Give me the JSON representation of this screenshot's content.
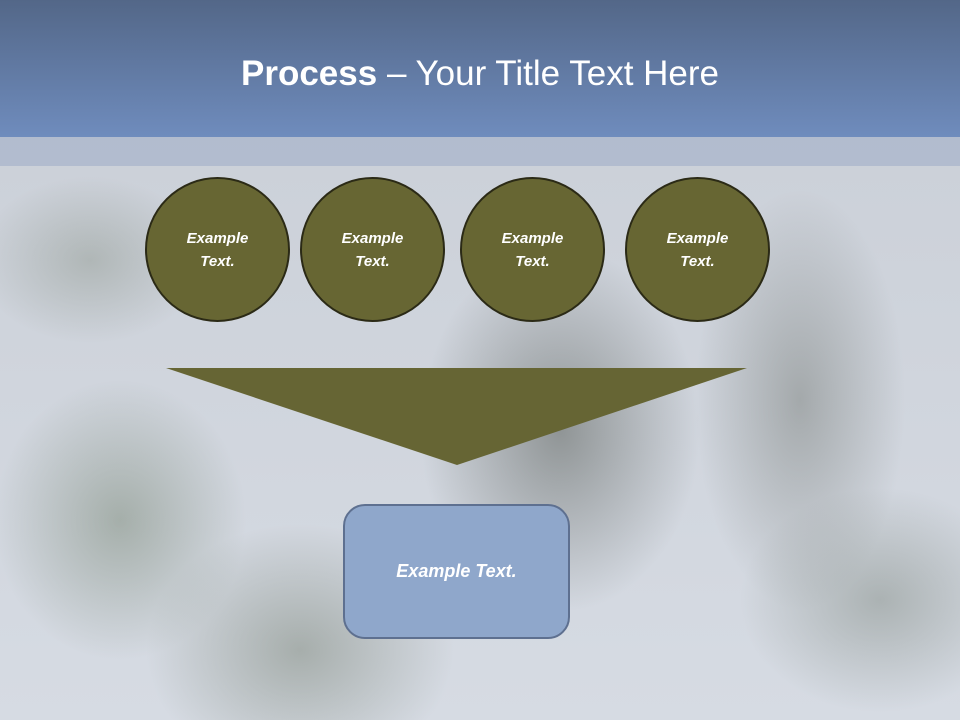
{
  "slide": {
    "title_bold": "Process",
    "title_rest": " – Your Title Text Here"
  },
  "circles": [
    {
      "line1": "Example",
      "line2": "Text."
    },
    {
      "line1": "Example",
      "line2": "Text."
    },
    {
      "line1": "Example",
      "line2": "Text."
    },
    {
      "line1": "Example",
      "line2": "Text."
    }
  ],
  "result_box": {
    "label": "Example Text."
  },
  "colors": {
    "header_top": "#536788",
    "header_bottom": "#6f8cbd",
    "circle_fill": "#676633",
    "circle_border": "#2b2a16",
    "arrow_fill": "#666534",
    "box_fill": "#8fa7cb",
    "box_border": "#5e7090"
  }
}
